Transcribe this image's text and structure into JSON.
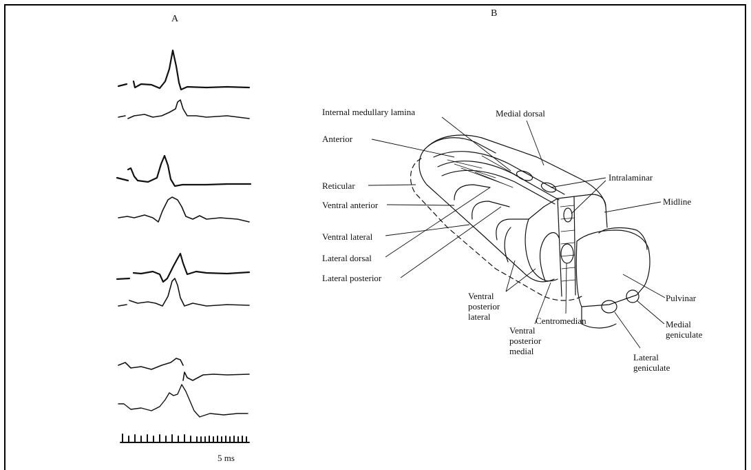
{
  "figure": {
    "panel_a_letter": "A",
    "panel_b_letter": "B",
    "scale_bar_label": "5 ms"
  },
  "labels": {
    "internal_medullary_lamina": "Internal medullary lamina",
    "medial_dorsal": "Medial dorsal",
    "anterior": "Anterior",
    "intralaminar": "Intralaminar",
    "reticular": "Reticular",
    "midline": "Midline",
    "ventral_anterior": "Ventral anterior",
    "ventral_lateral": "Ventral lateral",
    "lateral_dorsal": "Lateral dorsal",
    "lateral_posterior": "Lateral posterior",
    "ventral_posterior_lateral": "Ventral posterior lateral",
    "pulvinar": "Pulvinar",
    "centromedian": "Centromedian",
    "medial_geniculate": "Medial geniculate",
    "ventral_posterior_medial": "Ventral posterior medial",
    "lateral_geniculate": "Lateral geniculate"
  },
  "colors": {
    "ink": "#111111",
    "background": "#ffffff"
  }
}
